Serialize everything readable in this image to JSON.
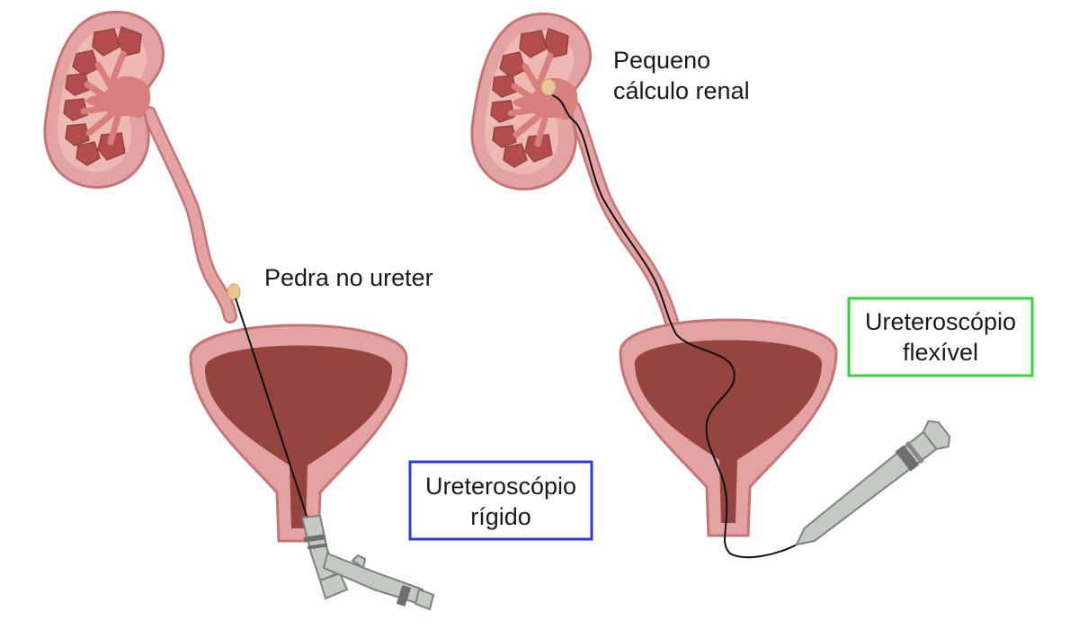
{
  "labels": {
    "stone_ureter": "Pedra no ureter",
    "small_stone_line1": "Pequeno",
    "small_stone_line2": "cálculo renal",
    "rigid_line1": "Ureteroscópio",
    "rigid_line2": "rígido",
    "flexible_line1": "Ureteroscópio",
    "flexible_line2": "flexível"
  },
  "colors": {
    "tissue_outer": "#e3a3a3",
    "tissue_stroke": "#c77474",
    "tissue_dark": "#96443f",
    "kidney_inner": "#eeb9b3",
    "calyx": "#b34d4d",
    "pelvis": "#d97e7e",
    "stone": "#e8c593",
    "scope_body": "#c4c9c4",
    "scope_stroke": "#7c827c",
    "scope_band": "#6e6e6e",
    "wire": "#111111",
    "rigid_box": "#2f3bd6",
    "flexible_box": "#37d437"
  }
}
